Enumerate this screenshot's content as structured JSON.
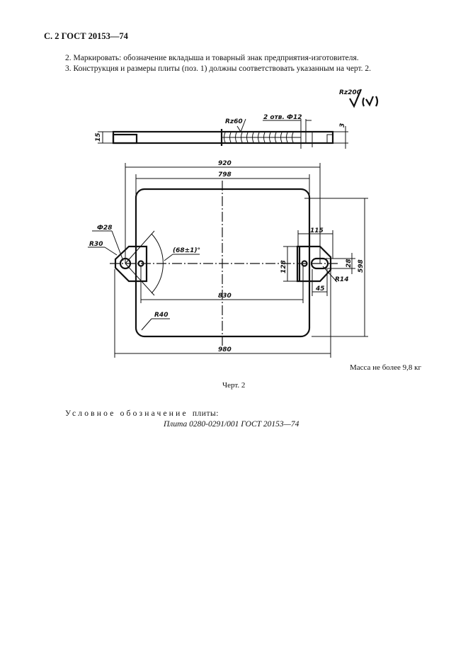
{
  "header": "С. 2 ГОСТ 20153—74",
  "paragraphs": [
    "2. Маркировать: обозначение вкладыша и товарный знак предприятия-изготовителя.",
    "3. Конструкция и размеры плиты (поз. 1) должны соответствовать указанным на черт. 2."
  ],
  "drawing": {
    "roughness_general": "Rz200",
    "roughness_weld": "Rz60",
    "holes_note": "2 отв. Ф12",
    "dims": {
      "thickness": "15",
      "edge": "3",
      "overall_inner": "920",
      "plate_width": "798",
      "overall": "980",
      "hole_spacing": "830",
      "height": "598",
      "lug_width": "128",
      "slot_width": "28",
      "lug_length": "115",
      "slot_offset": "45",
      "slot_radius": "R14",
      "corner_radius": "R40",
      "hole_dia": "Ф28",
      "lug_radius": "R30",
      "angle": "(68±1)°"
    }
  },
  "mass_note": "Масса не более 9,8 кг",
  "figure_caption": "Черт. 2",
  "designation_label_spaced": "Условное обозначение",
  "designation_label_tail": "плиты:",
  "designation_example": "Плита 0280-0291/001 ГОСТ 20153—74"
}
